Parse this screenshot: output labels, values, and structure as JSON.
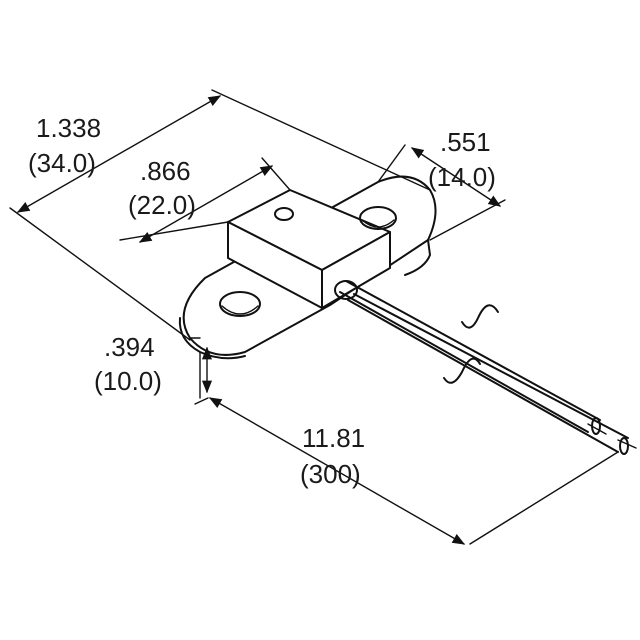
{
  "dimensions": {
    "overall_length": {
      "inch": "1.338",
      "mm": "(34.0)"
    },
    "body_length": {
      "inch": ".866",
      "mm": "(22.0)"
    },
    "width": {
      "inch": ".551",
      "mm": "(14.0)"
    },
    "height": {
      "inch": ".394",
      "mm": "(10.0)"
    },
    "lead_length": {
      "inch": "11.81",
      "mm": "(300)"
    }
  }
}
